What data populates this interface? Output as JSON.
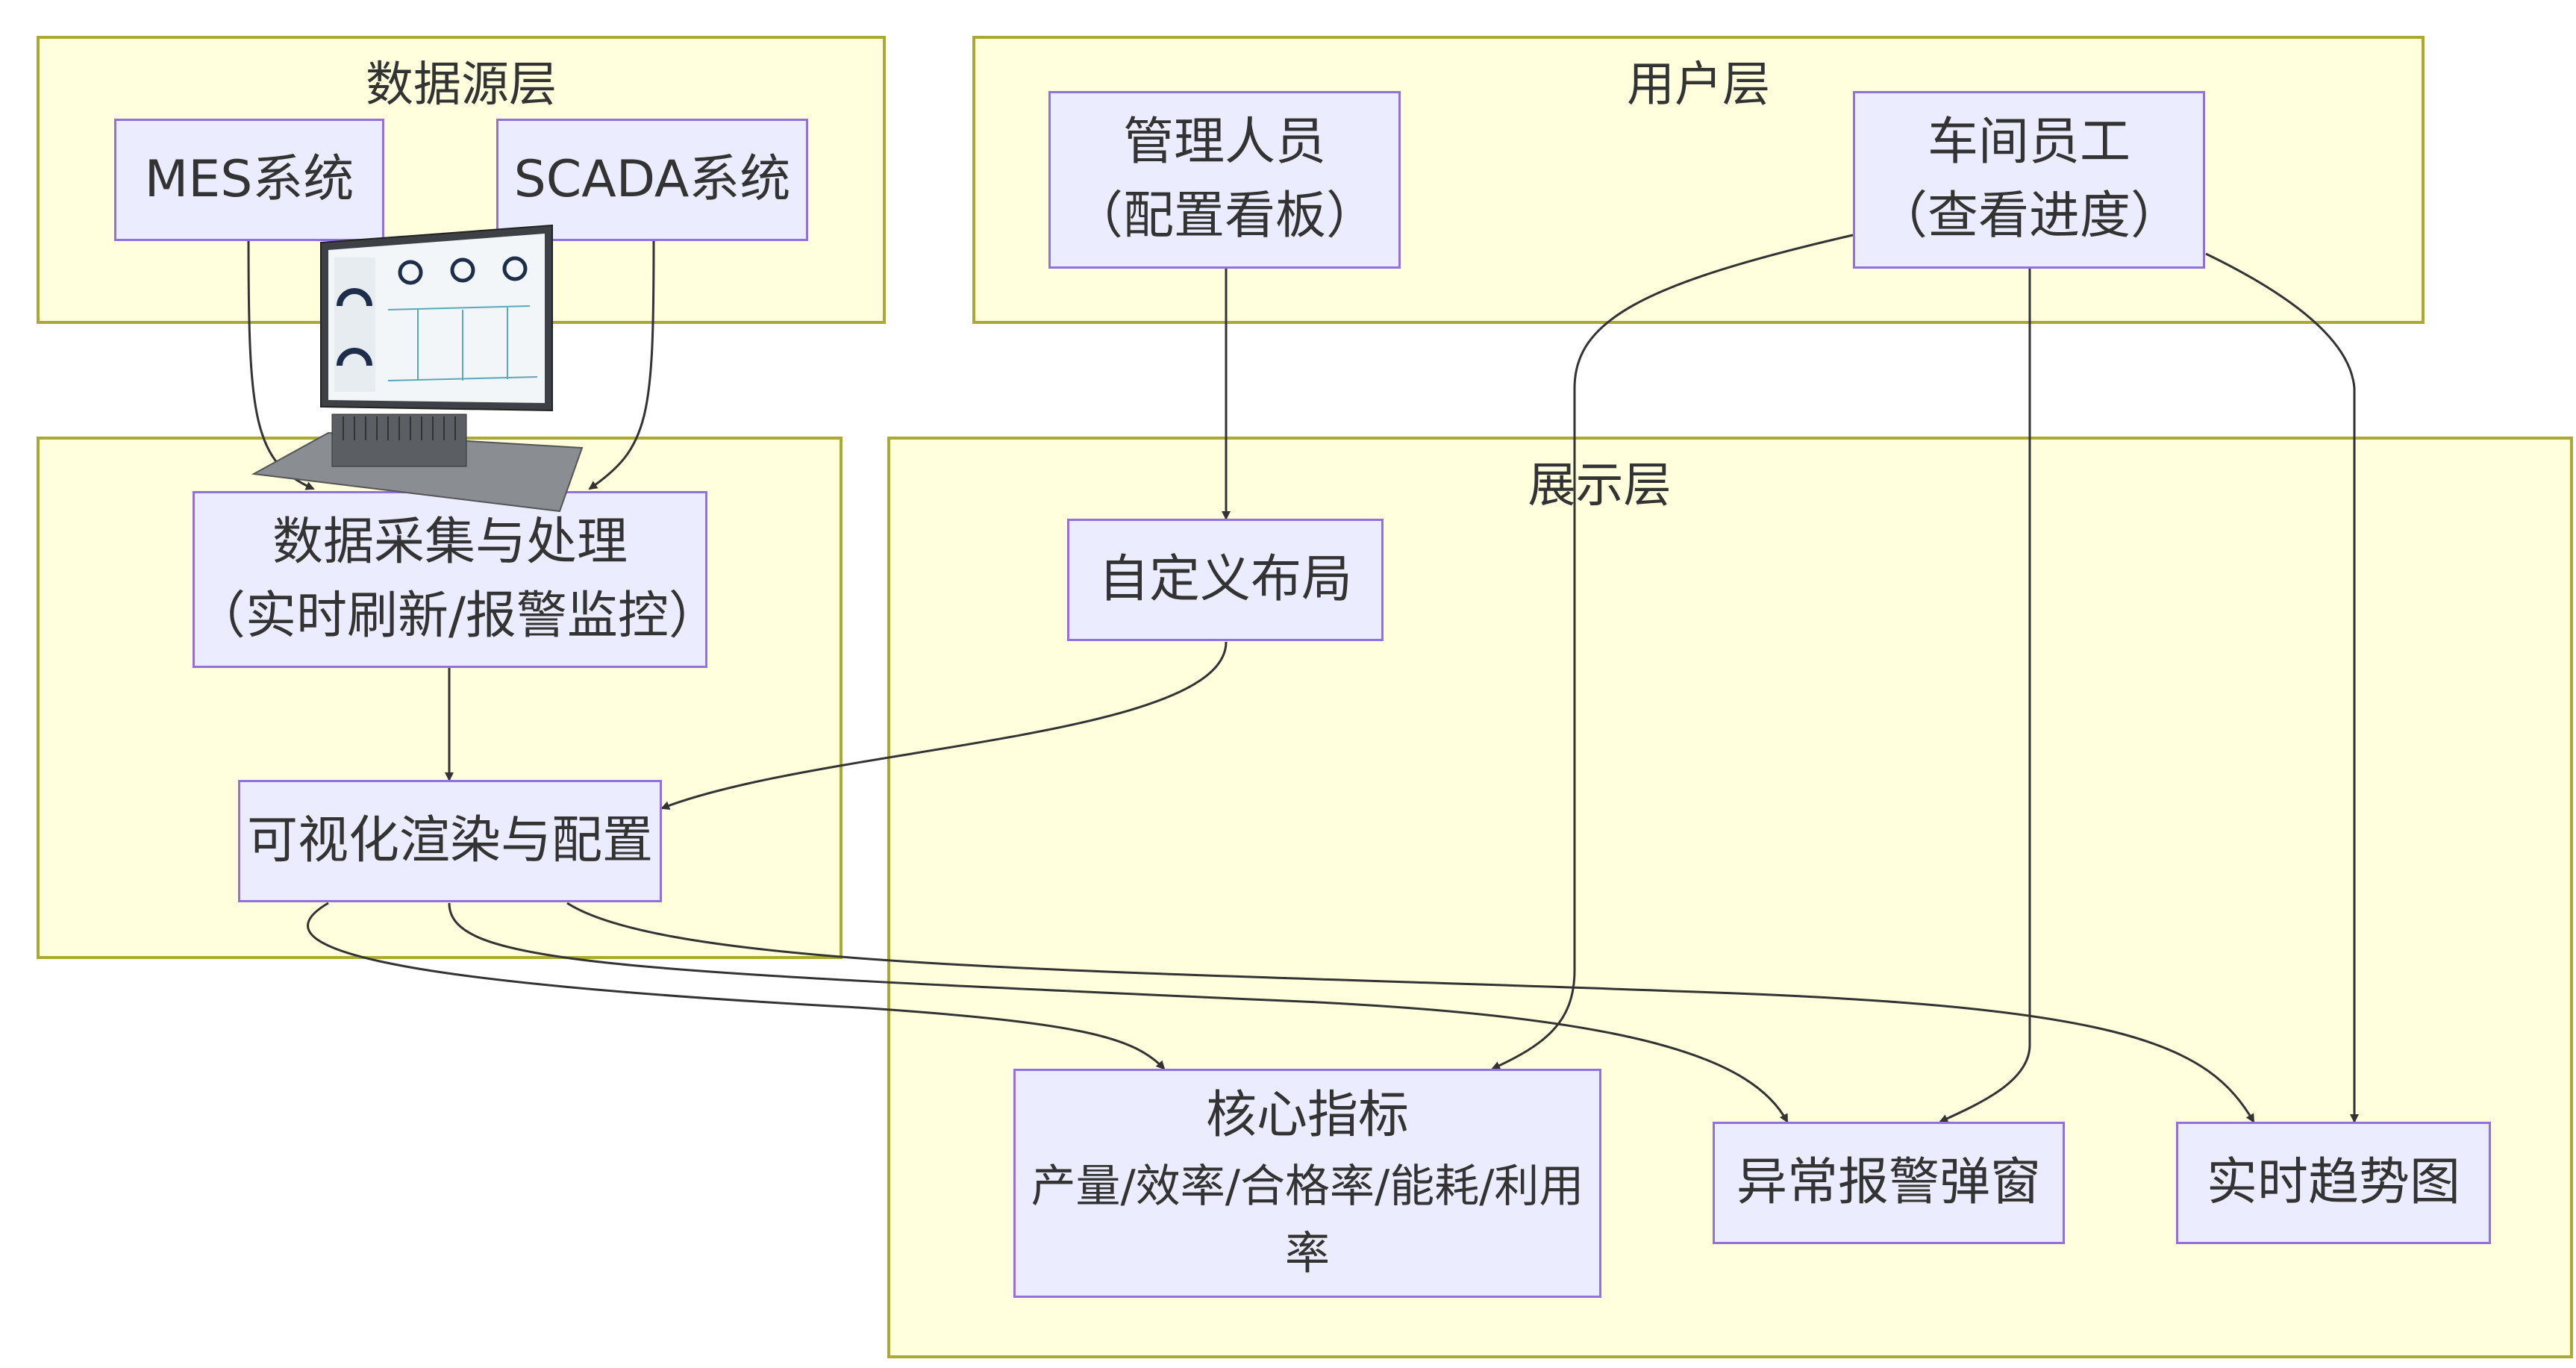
{
  "clusters": {
    "datasource": {
      "title": "数据源层"
    },
    "user": {
      "title": "用户层"
    },
    "display": {
      "title": "展示层"
    },
    "processing": {
      "title": ""
    }
  },
  "nodes": {
    "mes": {
      "label": "MES系统"
    },
    "scada": {
      "label": "SCADA系统"
    },
    "manager": {
      "line1": "管理人员",
      "line2": "（配置看板）"
    },
    "worker": {
      "line1": "车间员工",
      "line2": "（查看进度）"
    },
    "collect": {
      "line1": "数据采集与处理",
      "line2": "（实时刷新/报警监控）"
    },
    "render": {
      "label": "可视化渲染与配置"
    },
    "layout": {
      "label": "自定义布局"
    },
    "kpi": {
      "title": "核心指标",
      "sub": "产量/效率/合格率/能耗/利用率"
    },
    "alarm": {
      "label": "异常报警弹窗"
    },
    "trend": {
      "label": "实时趋势图"
    }
  },
  "image": {
    "icon": "industrial-panel-pc-icon"
  },
  "colors": {
    "cluster_fill": "#ffffde",
    "cluster_border": "#aaaa33",
    "node_fill": "#ececff",
    "node_border": "#9370db",
    "edge": "#333333"
  }
}
